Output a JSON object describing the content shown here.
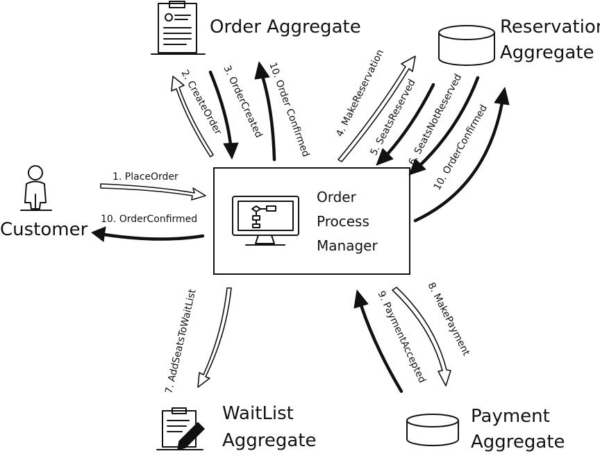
{
  "nodes": {
    "order_aggregate": "Order Aggregate",
    "reservation_aggregate": [
      "Reservation",
      "Aggregate"
    ],
    "customer": "Customer",
    "process_manager": [
      "Order",
      "Process",
      "Manager"
    ],
    "waitlist_aggregate": [
      "WaitList",
      "Aggregate"
    ],
    "payment_aggregate": [
      "Payment",
      "Aggregate"
    ]
  },
  "messages": {
    "m1": "1. PlaceOrder",
    "m2": "2. CreateOrder",
    "m3": "3. OrderCreated",
    "m4": "4. MakeReservation",
    "m5": "5. SeatsReserved",
    "m6": "6. SeatsNotReserved",
    "m7": "7. AddSeatsToWaitList",
    "m8": "8. MakePayment",
    "m9": "9. PaymentAccepted",
    "m10_customer": "10. OrderConfirmed",
    "m10_order": "10. Order Confirmed",
    "m10_reservation": "10. OrderConfirmed"
  }
}
